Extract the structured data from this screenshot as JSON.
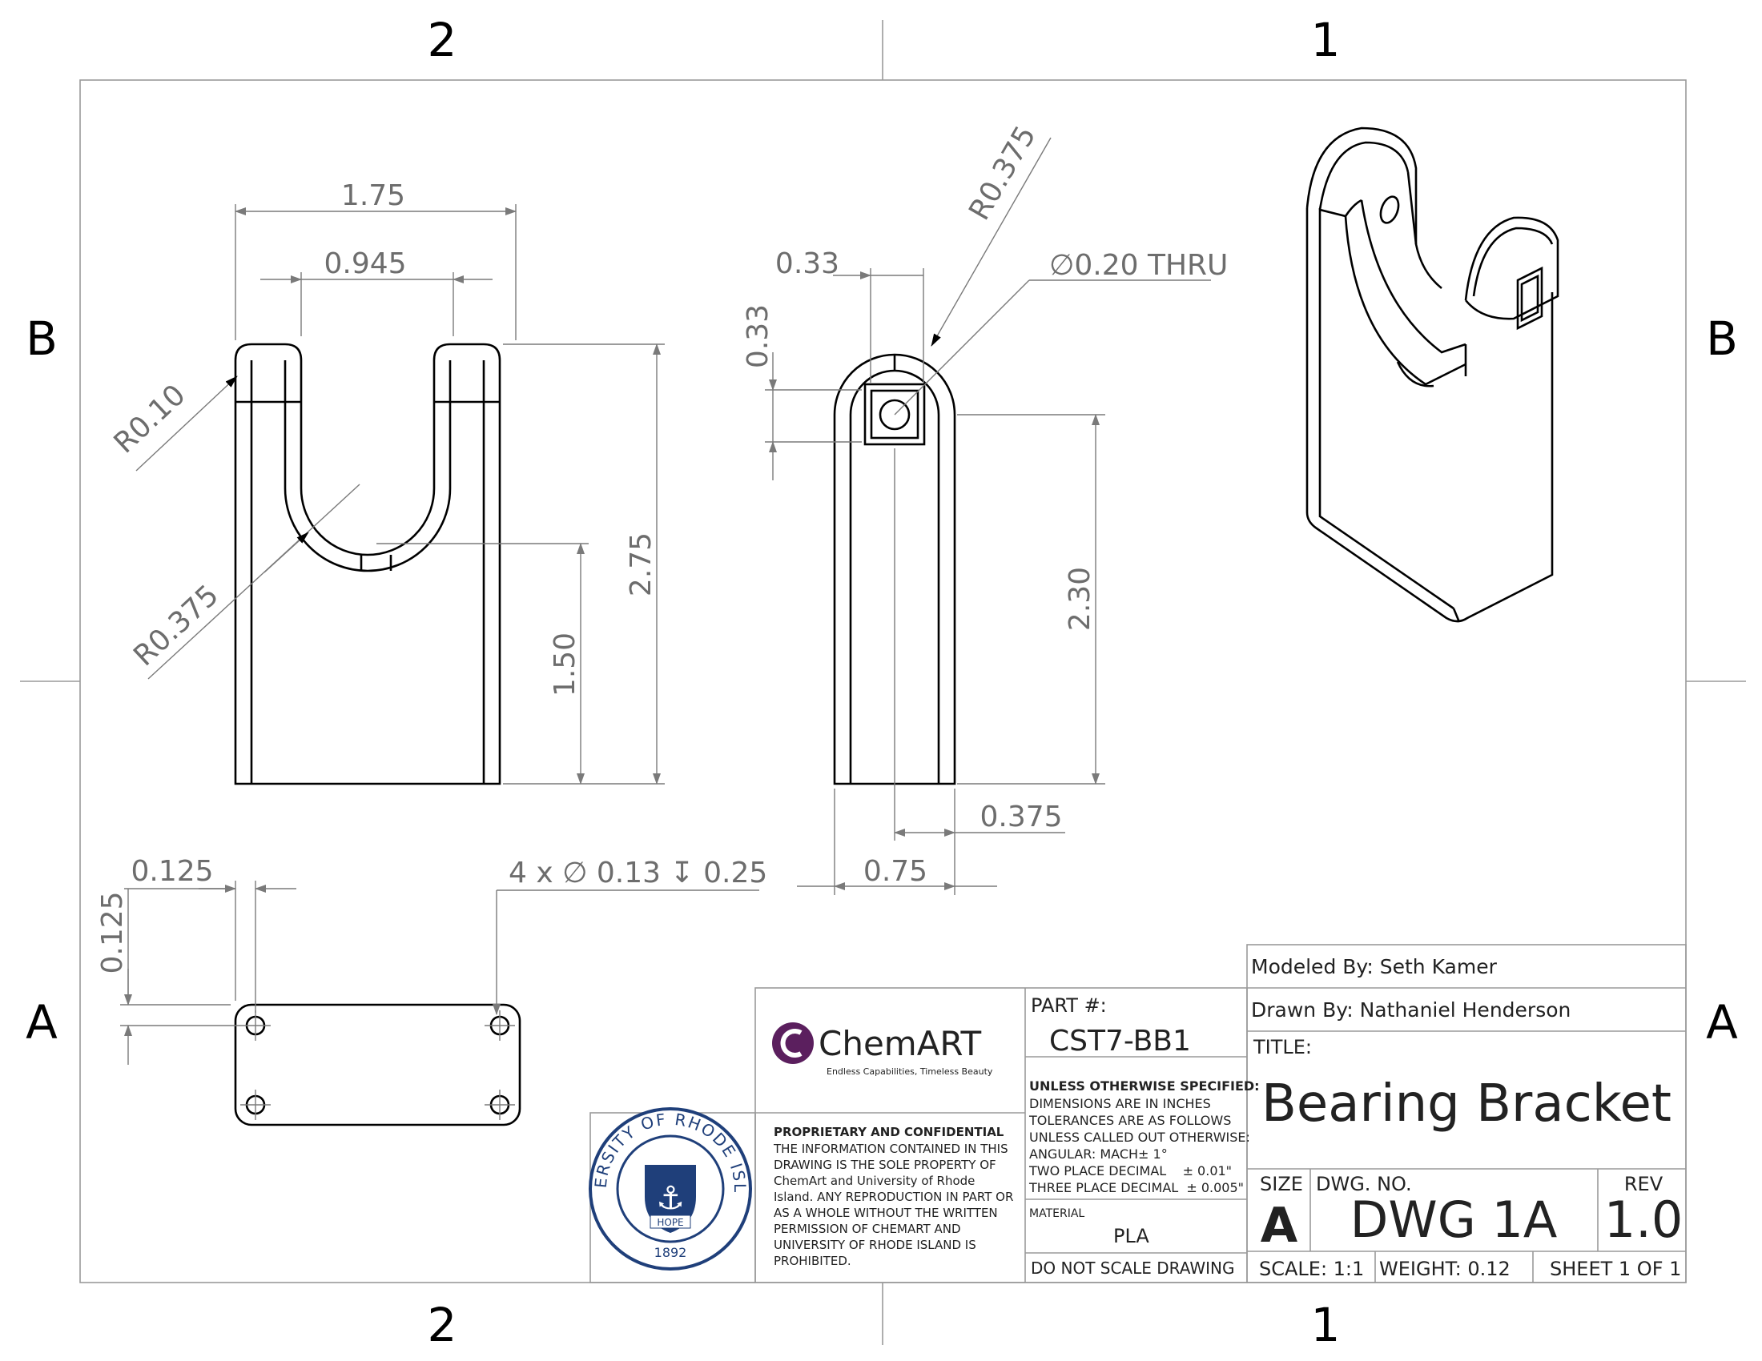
{
  "zones": {
    "top_left": "2",
    "top_right": "1",
    "bottom_left": "2",
    "bottom_right": "1",
    "left_upper": "B",
    "left_lower": "A",
    "right_upper": "B",
    "right_lower": "A"
  },
  "front_view": {
    "width_overall": "1.75",
    "slot_width": "0.945",
    "height_overall": "2.75",
    "slot_bottom_height": "1.50",
    "corner_radius": "R0.10",
    "slot_radius": "R0.375"
  },
  "side_view": {
    "top_radius": "R0.375",
    "hole_callout": "∅0.20 THRU",
    "square_width": "0.33",
    "square_height": "0.33",
    "hole_height": "2.30",
    "hole_offset": "0.375",
    "thickness": "0.75"
  },
  "bottom_view": {
    "hole_offset_x": "0.125",
    "hole_offset_y": "0.125",
    "hole_callout": "4 x ∅ 0.13 ↧ 0.25"
  },
  "title_block": {
    "modeled_by": "Modeled By: Seth Kamer",
    "drawn_by": "Drawn By: Nathaniel Henderson",
    "title_label": "TITLE:",
    "title": "Bearing Bracket",
    "part_label": "PART #:",
    "part_number": "CST7-BB1",
    "logo_name": "ChemART",
    "logo_tagline": "Endless Capabilities, Timeless Beauty",
    "unless_heading": "UNLESS OTHERWISE SPECIFIED:",
    "unless_lines": [
      "DIMENSIONS ARE IN INCHES",
      "TOLERANCES ARE AS FOLLOWS",
      "UNLESS CALLED OUT OTHERWISE:",
      "ANGULAR: MACH± 1°",
      "TWO PLACE DECIMAL    ± 0.01\"",
      "THREE PLACE DECIMAL  ± 0.005\""
    ],
    "material_label": "MATERIAL",
    "material": "PLA",
    "do_not_scale": "DO NOT SCALE DRAWING",
    "proprietary_heading": "PROPRIETARY AND CONFIDENTIAL",
    "proprietary_lines": [
      "THE INFORMATION CONTAINED IN THIS",
      "DRAWING IS THE SOLE PROPERTY OF",
      "ChemArt and University of Rhode",
      "Island. ANY REPRODUCTION IN PART OR",
      "AS A WHOLE WITHOUT THE WRITTEN",
      "PERMISSION OF CHEMART AND",
      "UNIVERSITY OF RHODE ISLAND IS",
      "PROHIBITED."
    ],
    "seal_text": "UNIVERSITY OF RHODE ISLAND",
    "seal_motto": "HOPE",
    "seal_year": "1892",
    "size_label": "SIZE",
    "size": "A",
    "dwg_label": "DWG.  NO.",
    "dwg_no": "DWG 1A",
    "rev_label": "REV",
    "rev": "1.0",
    "scale": "SCALE: 1:1",
    "weight": "WEIGHT: 0.12",
    "sheet": "SHEET 1 OF 1"
  },
  "colors": {
    "line": "#000000",
    "dimension": "#6d6d6d",
    "border": "#9a9a9a",
    "logo_purple": "#5b1f5e",
    "seal_blue": "#1f3f7a"
  }
}
